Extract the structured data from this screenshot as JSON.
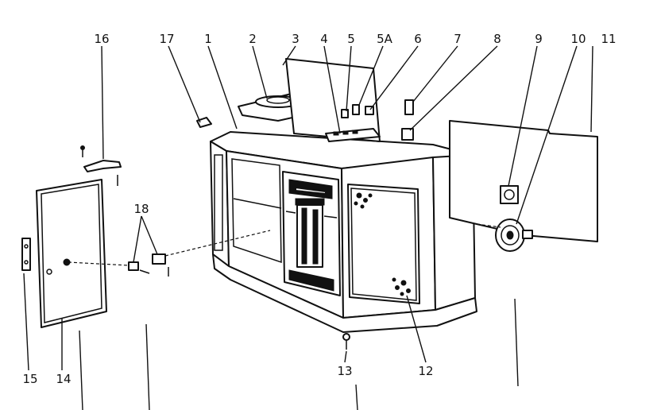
{
  "callouts": {
    "c1": "1",
    "c2": "2",
    "c3": "3",
    "c4": "4",
    "c5": "5",
    "c5a": "5A",
    "c6": "6",
    "c7": "7",
    "c8": "8",
    "c9": "9",
    "c10": "10",
    "c11": "11",
    "c12": "12",
    "c13": "13",
    "c14": "14",
    "c15": "15",
    "c16": "16",
    "c17": "17",
    "c18": "18"
  },
  "colors": {
    "ink": "#111111",
    "paper": "#ffffff"
  }
}
